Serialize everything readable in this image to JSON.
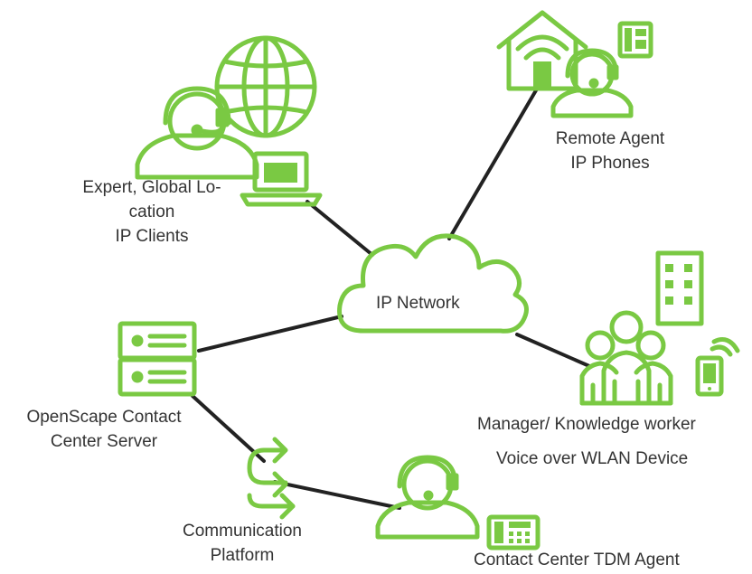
{
  "colors": {
    "green": "#7ac943",
    "line": "#222222",
    "text": "#333333"
  },
  "nodes": {
    "network": {
      "label": "IP Network"
    },
    "expert": {
      "line1": "Expert, Global Lo-",
      "line2": "cation",
      "line3": "IP Clients"
    },
    "remote": {
      "line1": "Remote Agent",
      "line2": "IP Phones"
    },
    "manager": {
      "line1": "Manager/ Knowledge worker"
    },
    "wlan": {
      "line1": "Voice over WLAN Device"
    },
    "server": {
      "line1": "OpenScape Contact",
      "line2": "Center Server"
    },
    "platform": {
      "line1": "Communication",
      "line2": "Platform"
    },
    "tdm": {
      "line1": "Contact Center TDM Agent"
    }
  },
  "icons": [
    "globe-icon",
    "headset-agent-icon",
    "laptop-icon",
    "house-wifi-icon",
    "desk-phone-icon",
    "cloud-icon",
    "building-icon",
    "group-people-icon",
    "mobile-wifi-icon",
    "server-icon",
    "platform-arrows-icon",
    "tdm-phone-icon"
  ]
}
